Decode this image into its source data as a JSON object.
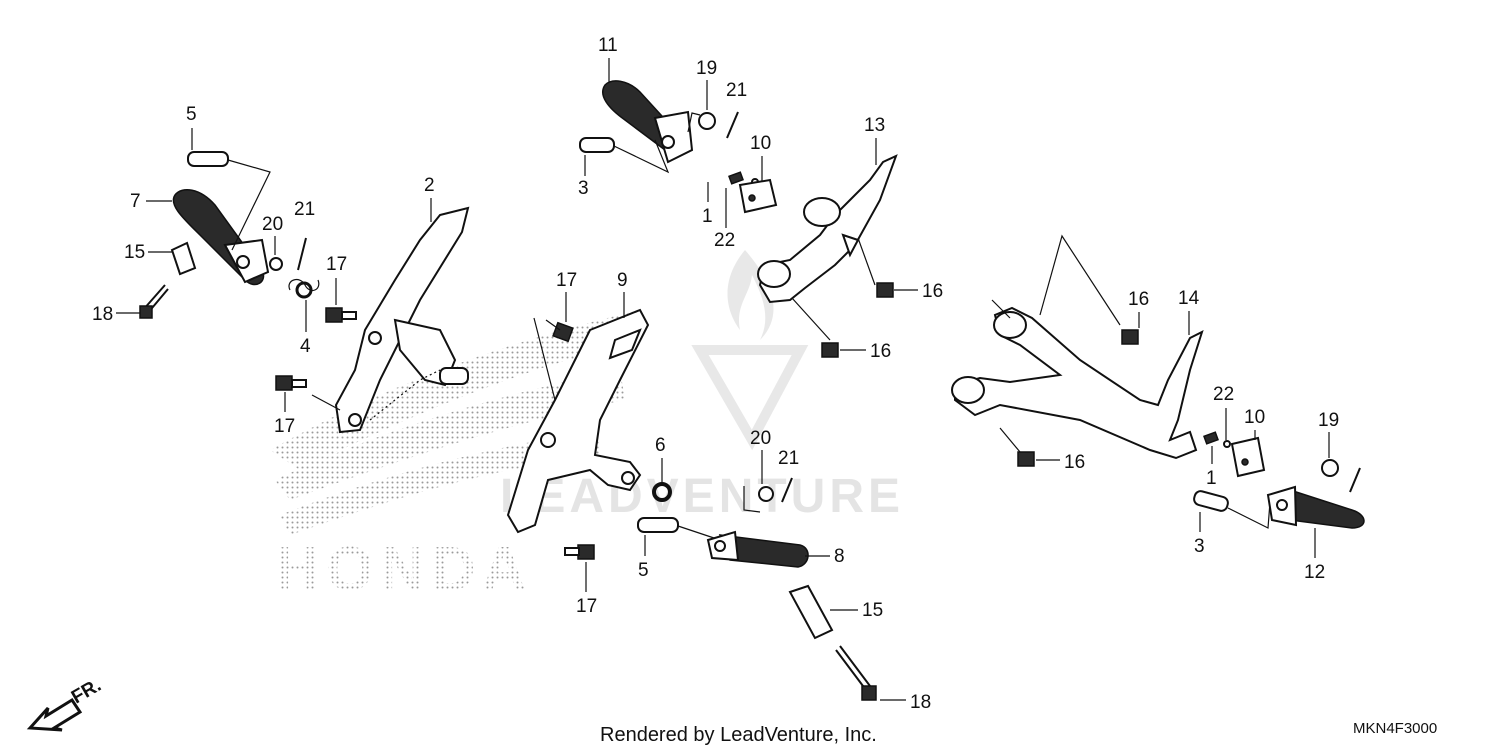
{
  "diagram": {
    "watermark_brand": "LEADVENTURE",
    "background_logo": "HONDA",
    "front_indicator": "FR.",
    "credit": "Rendered by LeadVenture, Inc.",
    "diagram_code": "MKN4F3000",
    "callouts": {
      "c1a": "1",
      "c1b": "1",
      "c2": "2",
      "c3a": "3",
      "c3b": "3",
      "c4": "4",
      "c5a": "5",
      "c5b": "5",
      "c6": "6",
      "c7": "7",
      "c8": "8",
      "c9": "9",
      "c10a": "10",
      "c10b": "10",
      "c11": "11",
      "c12": "12",
      "c13": "13",
      "c14": "14",
      "c15a": "15",
      "c15b": "15",
      "c16a": "16",
      "c16b": "16",
      "c16c": "16",
      "c16d": "16",
      "c17a": "17",
      "c17b": "17",
      "c17c": "17",
      "c17d": "17",
      "c18a": "18",
      "c18b": "18",
      "c19a": "19",
      "c19b": "19",
      "c20a": "20",
      "c20b": "20",
      "c21a": "21",
      "c21b": "21",
      "c21c": "21",
      "c22a": "22",
      "c22b": "22"
    },
    "icons": {
      "front-arrow": "arrow-down-left-icon",
      "watermark-logo": "flame-v-logo-icon"
    }
  }
}
